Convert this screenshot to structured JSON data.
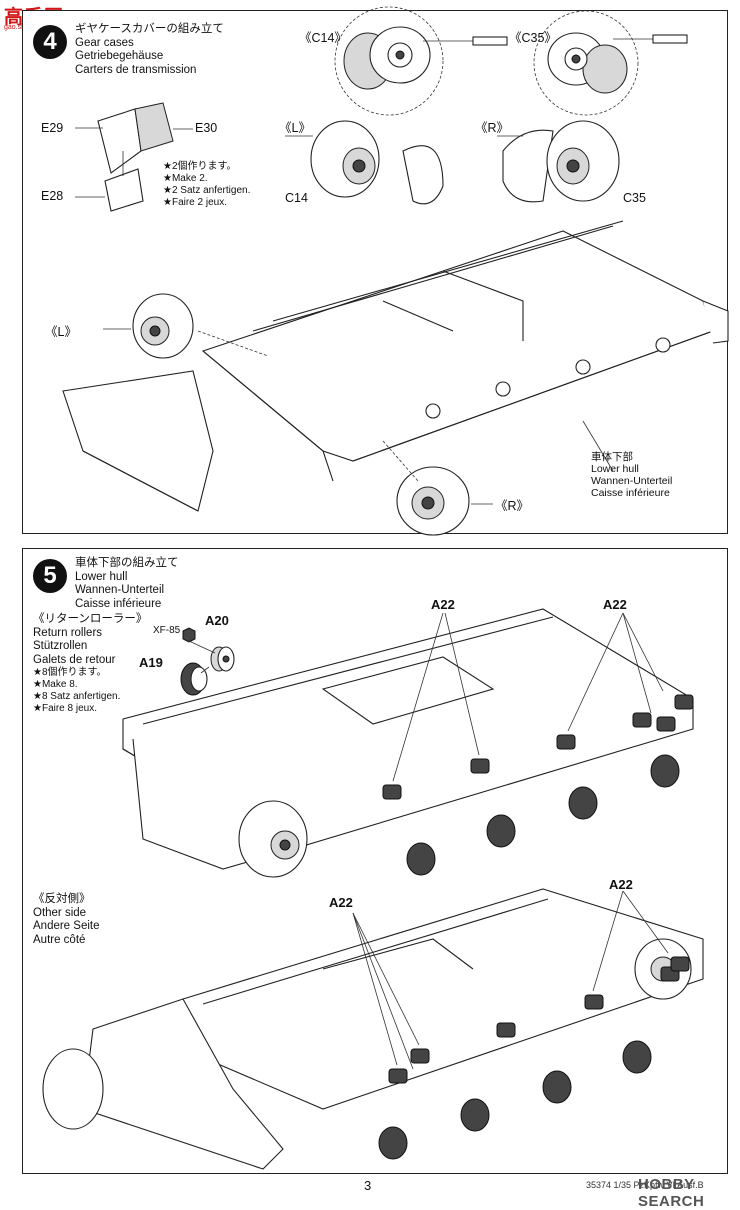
{
  "watermark_top": {
    "text": "高手网",
    "sub": "gao.shou.net"
  },
  "step4": {
    "number": "4",
    "title": {
      "jp": "ギヤケースカバーの組み立て",
      "en": "Gear cases",
      "de": "Getriebegehäuse",
      "fr": "Carters de transmission"
    },
    "view_c14": "《C14》",
    "view_c35": "《C35》",
    "view_l": "《L》",
    "view_r": "《R》",
    "parts": {
      "e29": "E29",
      "e30": "E30",
      "e28": "E28",
      "c14": "C14",
      "c35": "C35"
    },
    "make_note": {
      "jp": "★2個作ります。",
      "en": "★Make 2.",
      "de": "★2 Satz anfertigen.",
      "fr": "★Faire 2 jeux."
    },
    "hull_label": {
      "jp": "車体下部",
      "en": "Lower hull",
      "de": "Wannen-Unterteil",
      "fr": "Caisse inférieure"
    },
    "left_side": "《L》",
    "right_side": "《R》"
  },
  "step5": {
    "number": "5",
    "title": {
      "jp": "車体下部の組み立て",
      "en": "Lower hull",
      "de": "Wannen-Unterteil",
      "fr": "Caisse inférieure"
    },
    "return_rollers": {
      "jp": "《リターンローラー》",
      "en": "Return rollers",
      "de": "Stützrollen",
      "fr": "Galets de retour"
    },
    "make_note": {
      "jp": "★8個作ります。",
      "en": "★Make 8.",
      "de": "★8 Satz anfertigen.",
      "fr": "★Faire 8 jeux."
    },
    "paint": "XF-85",
    "parts": {
      "a20": "A20",
      "a19": "A19",
      "a22": "A22"
    },
    "other_side": {
      "jp": "《反対側》",
      "en": "Other side",
      "de": "Andere Seite",
      "fr": "Autre côté"
    }
  },
  "footer": {
    "code": "35374  1/35 PzKpfw VI Ausf.B",
    "page": "3",
    "watermark": "HOBBY SEARCH"
  }
}
